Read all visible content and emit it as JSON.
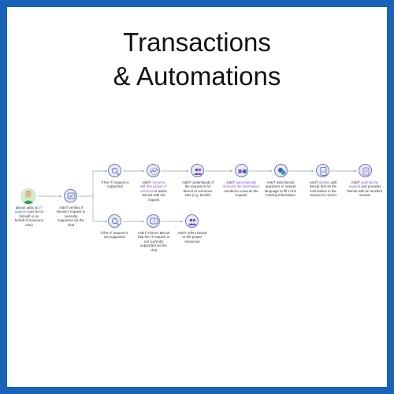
{
  "title_line1": "Transactions",
  "title_line2": "& Automations",
  "start": {
    "pre": "Benoit asks an ",
    "hl": "IT request",
    "post": " (can be for himself or on behalf of someone else)"
  },
  "verify": {
    "text": "AskIT verifies if Benoit's request is currently supported via the chat"
  },
  "supported_label": "If the IT request is supported",
  "not_supported_label": "If the IT request is not supported",
  "top_steps": [
    {
      "pre": "AskIT ",
      "hl": "connects with the proper IT services",
      "post": " to assist Benoit with his request"
    },
    {
      "pre": "AskIT understands if the request is for Benoit or someone else (e.g. Emilie)",
      "hl": "",
      "post": ""
    },
    {
      "pre": "AskIT ",
      "hl": "automatically retrieves the information",
      "post": " needed to execute the request"
    },
    {
      "pre": "AskIT asks Benoit questions in natural language to fill in the missing information",
      "hl": "",
      "post": ""
    },
    {
      "pre": "AskIT ",
      "hl": "verifies",
      "post": " with Benoit that all the information in the request is correct"
    },
    {
      "pre": "AskIT ",
      "hl": "submits the request",
      "post": " and provides Benoit with an incident number"
    }
  ],
  "bottom_steps": [
    {
      "text": "AskIT informs Benoit that the IT request is not currently supported via the chat"
    },
    {
      "text": "AskIT refers Benoit to the proper resources"
    }
  ],
  "icons": {
    "verify": "chat-check-icon",
    "supported": "magnifier-check-icon",
    "connect": "hands-connect-icon",
    "understand": "people-icon",
    "retrieve": "data-flow-icon",
    "ask": "chat-bubbles-icon",
    "verify_info": "document-check-icon",
    "submit": "submit-icon",
    "not_supported": "magnifier-cross-icon",
    "inform": "chat-alert-icon",
    "refer": "people-share-icon"
  },
  "colors": {
    "border": "#1863b8",
    "accent": "#8b4fe0",
    "link": "#2a6be0",
    "line": "#9aa0aa"
  }
}
